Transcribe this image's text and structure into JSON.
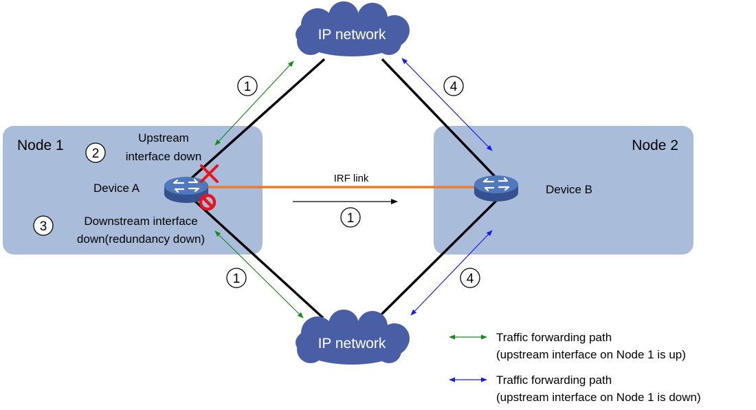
{
  "clouds": {
    "top": "IP network",
    "bottom": "IP network"
  },
  "nodes": {
    "node1": "Node 1",
    "node2": "Node 2"
  },
  "devices": {
    "a": "Device A",
    "b": "Device B"
  },
  "irf_link_label": "IRF link",
  "steps": {
    "s1": "1",
    "s2": "2",
    "s3": "3",
    "s4": "4"
  },
  "annotations": {
    "upstream_line1": "Upstream",
    "upstream_line2": "interface down",
    "downstream_line1": "Downstream interface",
    "downstream_line2": "down(redundancy down)"
  },
  "legend": {
    "green_line1": "Traffic forwarding path",
    "green_line2": "(upstream interface on Node 1 is up)",
    "blue_line1": "Traffic forwarding path",
    "blue_line2": "(upstream interface on Node 1 is down)"
  },
  "colors": {
    "node_area": "#a9bddb",
    "cloud": "#4a5ea5",
    "irf_link": "#f07a28",
    "green_arrow": "#1a8a1a",
    "blue_arrow": "#1a1aee",
    "fault_mark": "#e8141e",
    "device_top": "#4f78bd",
    "device_side": "#34528f"
  },
  "icons": {
    "device": "switch-icon",
    "fault_x": "x-mark-icon",
    "fault_block": "no-entry-icon",
    "cloud": "cloud-icon"
  }
}
